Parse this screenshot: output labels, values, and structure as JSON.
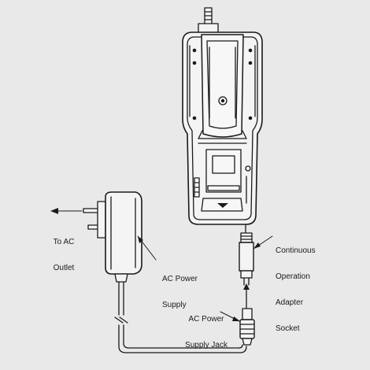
{
  "labels": {
    "to_ac_outlet": [
      "To AC",
      "Outlet"
    ],
    "ac_power_supply": [
      "AC Power",
      "Supply"
    ],
    "continuous_socket": [
      "Continuous",
      "Operation",
      "Adapter",
      "Socket"
    ],
    "ac_power_supply_jack": [
      "AC Power",
      "Supply Jack"
    ]
  },
  "colors": {
    "background": "#e9e9e9",
    "ink": "#1a1a1a",
    "device_fill": "#f4f4f4"
  }
}
